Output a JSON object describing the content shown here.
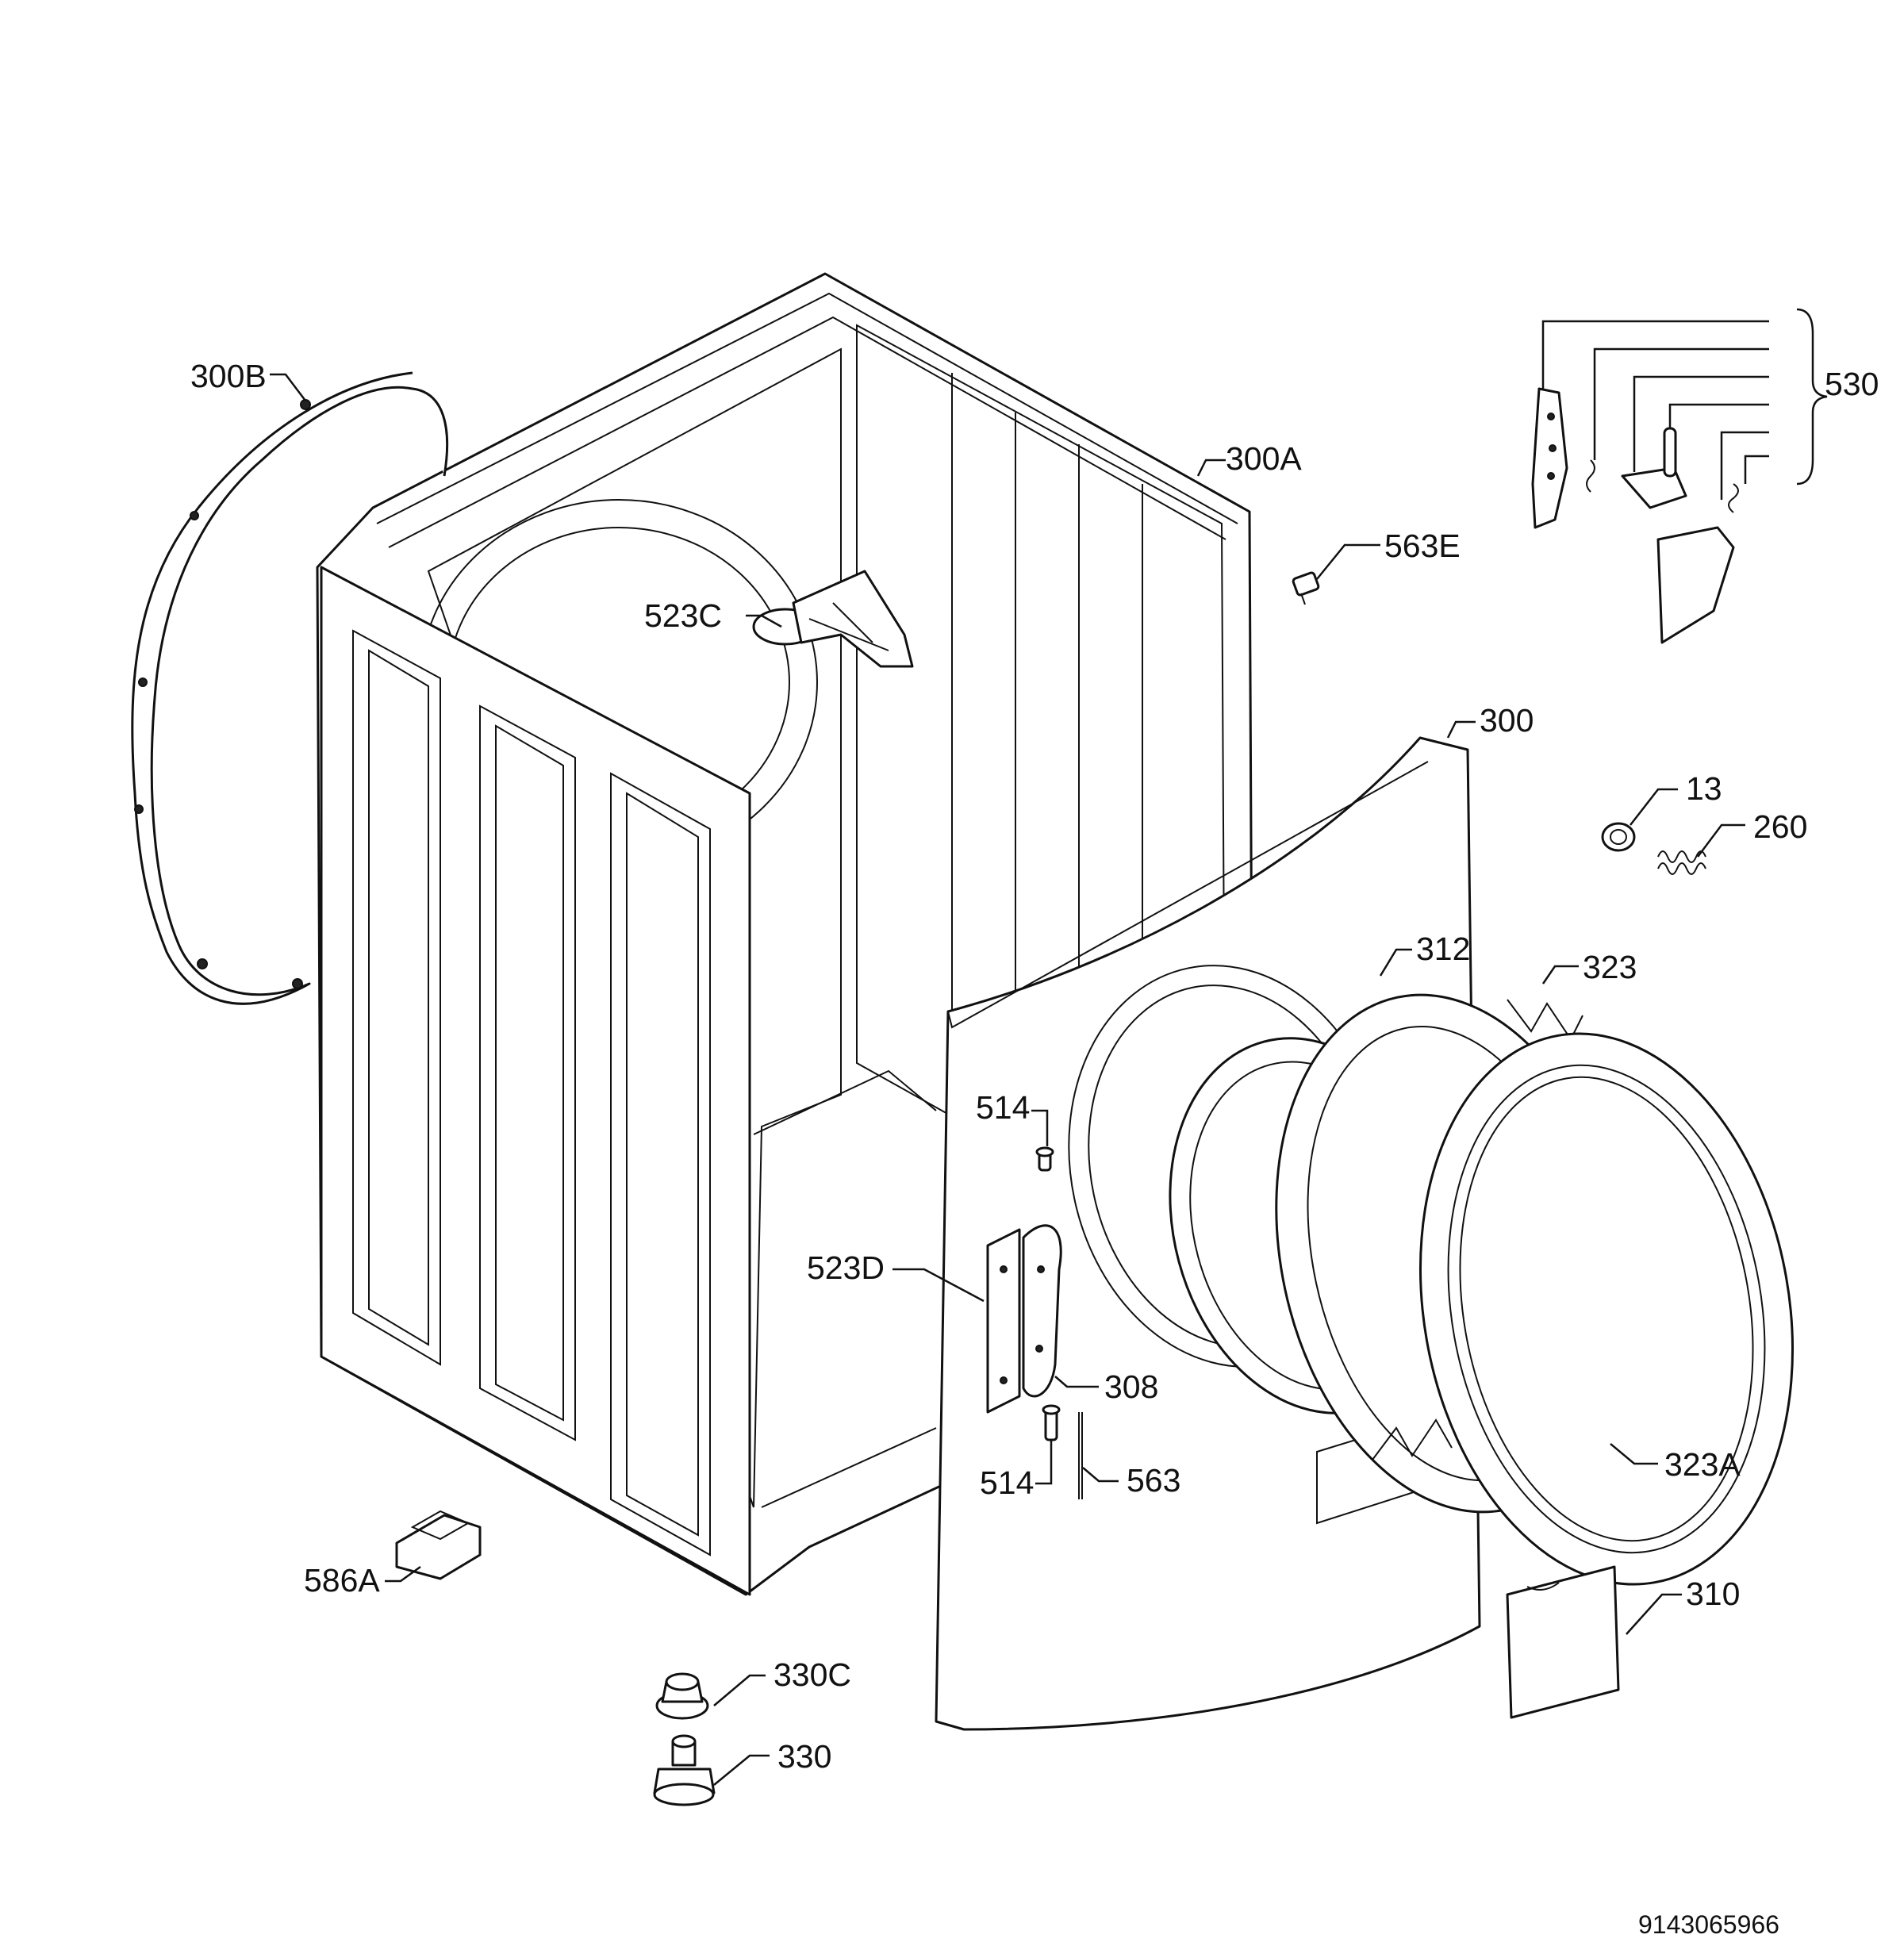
{
  "labels": {
    "p300B": "300B",
    "p300A": "300A",
    "p563E": "563E",
    "p530": "530",
    "p523C": "523C",
    "p300": "300",
    "p13": "13",
    "p260": "260",
    "p312": "312",
    "p323": "323",
    "p514a": "514",
    "p523D": "523D",
    "p308": "308",
    "p514b": "514",
    "p563": "563",
    "p323A": "323A",
    "p586A": "586A",
    "p310": "310",
    "p330C": "330C",
    "p330": "330"
  },
  "document_number": "9143065966"
}
